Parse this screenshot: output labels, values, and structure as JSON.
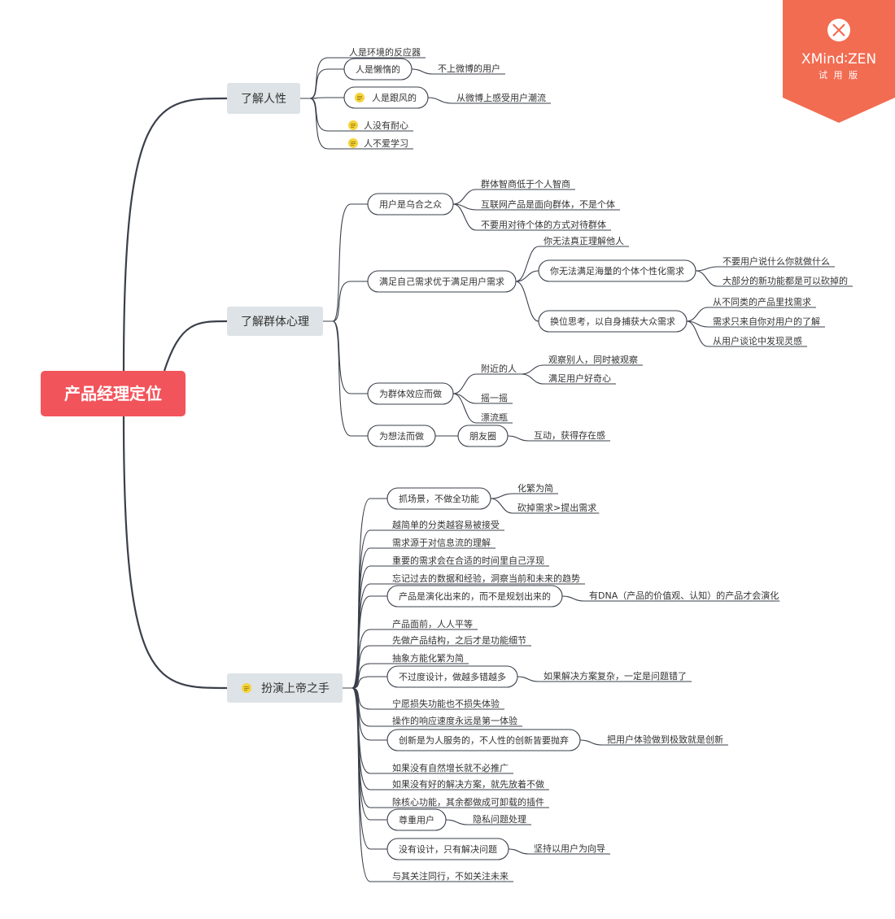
{
  "colors": {
    "root": "#f2545b",
    "main": "#dde3e6",
    "line": "#3a3f4a",
    "badge": "#f26c52",
    "note_icon": "#f5d33c"
  },
  "badge": {
    "brand": "XMind∶ZEN",
    "sub": "试 用 版"
  },
  "root": {
    "id": "root",
    "label": "产品经理定位"
  },
  "main_topics": [
    {
      "id": "m1",
      "label": "了解人性",
      "note_icon": false
    },
    {
      "id": "m2",
      "label": "了解群体心理",
      "note_icon": false
    },
    {
      "id": "m3",
      "label": "扮演上帝之手",
      "note_icon": true
    }
  ],
  "nodes": [
    {
      "id": "a1",
      "parent": "m1",
      "style": "u",
      "label": "人是环境的反应器"
    },
    {
      "id": "a2",
      "parent": "m1",
      "style": "p",
      "label": "人是懒惰的"
    },
    {
      "id": "a2a",
      "parent": "a2",
      "style": "u",
      "label": "不上微博的用户"
    },
    {
      "id": "a3",
      "parent": "m1",
      "style": "p",
      "label": "人是跟风的",
      "note_icon": true
    },
    {
      "id": "a3a",
      "parent": "a3",
      "style": "u",
      "label": "从微博上感受用户潮流"
    },
    {
      "id": "a4",
      "parent": "m1",
      "style": "u",
      "label": "人没有耐心",
      "note_icon": true
    },
    {
      "id": "a5",
      "parent": "m1",
      "style": "u",
      "label": "人不爱学习",
      "note_icon": true
    },
    {
      "id": "b1",
      "parent": "m2",
      "style": "p",
      "label": "用户是乌合之众"
    },
    {
      "id": "b1a",
      "parent": "b1",
      "style": "u",
      "label": "群体智商低于个人智商"
    },
    {
      "id": "b1b",
      "parent": "b1",
      "style": "u",
      "label": "互联网产品是面向群体，不是个体"
    },
    {
      "id": "b1c",
      "parent": "b1",
      "style": "u",
      "label": "不要用对待个体的方式对待群体"
    },
    {
      "id": "b2",
      "parent": "m2",
      "style": "p",
      "label": "满足自己需求优于满足用户需求"
    },
    {
      "id": "b2a",
      "parent": "b2",
      "style": "u",
      "label": "你无法真正理解他人"
    },
    {
      "id": "b2b",
      "parent": "b2",
      "style": "p",
      "label": "你无法满足海量的个体个性化需求"
    },
    {
      "id": "b2b1",
      "parent": "b2b",
      "style": "u",
      "label": "不要用户说什么你就做什么"
    },
    {
      "id": "b2b2",
      "parent": "b2b",
      "style": "u",
      "label": "大部分的新功能都是可以砍掉的"
    },
    {
      "id": "b2c",
      "parent": "b2",
      "style": "p",
      "label": "换位思考，以自身捕获大众需求"
    },
    {
      "id": "b2c1",
      "parent": "b2c",
      "style": "u",
      "label": "从不同类的产品里找需求"
    },
    {
      "id": "b2c2",
      "parent": "b2c",
      "style": "u",
      "label": "需求只来自你对用户的了解"
    },
    {
      "id": "b2c3",
      "parent": "b2c",
      "style": "u",
      "label": "从用户谈论中发现灵感"
    },
    {
      "id": "b3",
      "parent": "m2",
      "style": "p",
      "label": "为群体效应而做"
    },
    {
      "id": "b3a",
      "parent": "b3",
      "style": "u",
      "label": "附近的人"
    },
    {
      "id": "b3a1",
      "parent": "b3a",
      "style": "u",
      "label": "观察别人，同时被观察"
    },
    {
      "id": "b3a2",
      "parent": "b3a",
      "style": "u",
      "label": "满足用户好奇心"
    },
    {
      "id": "b3b",
      "parent": "b3",
      "style": "u",
      "label": "摇一摇"
    },
    {
      "id": "b3c",
      "parent": "b3",
      "style": "u",
      "label": "漂流瓶"
    },
    {
      "id": "b4",
      "parent": "m2",
      "style": "p",
      "label": "为想法而做"
    },
    {
      "id": "b4a",
      "parent": "b4",
      "style": "p",
      "label": "朋友圈"
    },
    {
      "id": "b4a1",
      "parent": "b4a",
      "style": "u",
      "label": "互动，获得存在感"
    },
    {
      "id": "c1",
      "parent": "m3",
      "style": "p",
      "label": "抓场景，不做全功能"
    },
    {
      "id": "c1a",
      "parent": "c1",
      "style": "u",
      "label": "化繁为简"
    },
    {
      "id": "c1b",
      "parent": "c1",
      "style": "u",
      "label": "砍掉需求>提出需求"
    },
    {
      "id": "c2",
      "parent": "m3",
      "style": "u",
      "label": "越简单的分类越容易被接受"
    },
    {
      "id": "c3",
      "parent": "m3",
      "style": "u",
      "label": "需求源于对信息流的理解"
    },
    {
      "id": "c4",
      "parent": "m3",
      "style": "u",
      "label": "重要的需求会在合适的时间里自己浮现"
    },
    {
      "id": "c5",
      "parent": "m3",
      "style": "u",
      "label": "忘记过去的数据和经验，洞察当前和未来的趋势"
    },
    {
      "id": "c6",
      "parent": "m3",
      "style": "p",
      "label": "产品是演化出来的，而不是规划出来的"
    },
    {
      "id": "c6a",
      "parent": "c6",
      "style": "u",
      "label": "有DNA（产品的价值观、认知）的产品才会演化"
    },
    {
      "id": "c7",
      "parent": "m3",
      "style": "u",
      "label": "产品面前，人人平等"
    },
    {
      "id": "c8",
      "parent": "m3",
      "style": "u",
      "label": "先做产品结构，之后才是功能细节"
    },
    {
      "id": "c9",
      "parent": "m3",
      "style": "u",
      "label": "抽象方能化繁为简"
    },
    {
      "id": "c10",
      "parent": "m3",
      "style": "p",
      "label": "不过度设计，做越多错越多"
    },
    {
      "id": "c10a",
      "parent": "c10",
      "style": "u",
      "label": "如果解决方案复杂，一定是问题错了"
    },
    {
      "id": "c11",
      "parent": "m3",
      "style": "u",
      "label": "宁愿损失功能也不损失体验"
    },
    {
      "id": "c12",
      "parent": "m3",
      "style": "u",
      "label": "操作的响应速度永远是第一体验"
    },
    {
      "id": "c13",
      "parent": "m3",
      "style": "p",
      "label": "创新是为人服务的，不人性的创新皆要抛弃"
    },
    {
      "id": "c13a",
      "parent": "c13",
      "style": "u",
      "label": "把用户体验做到极致就是创新"
    },
    {
      "id": "c14",
      "parent": "m3",
      "style": "u",
      "label": "如果没有自然增长就不必推广"
    },
    {
      "id": "c15",
      "parent": "m3",
      "style": "u",
      "label": "如果没有好的解决方案，就先放着不做"
    },
    {
      "id": "c16",
      "parent": "m3",
      "style": "u",
      "label": "除核心功能，其余都做成可卸载的插件"
    },
    {
      "id": "c17",
      "parent": "m3",
      "style": "p",
      "label": "尊重用户"
    },
    {
      "id": "c17a",
      "parent": "c17",
      "style": "u",
      "label": "隐私问题处理"
    },
    {
      "id": "c18",
      "parent": "m3",
      "style": "p",
      "label": "没有设计，只有解决问题"
    },
    {
      "id": "c18a",
      "parent": "c18",
      "style": "u",
      "label": "坚持以用户为向导"
    },
    {
      "id": "c19",
      "parent": "m3",
      "style": "u",
      "label": "与其关注同行，不如关注未来"
    }
  ]
}
